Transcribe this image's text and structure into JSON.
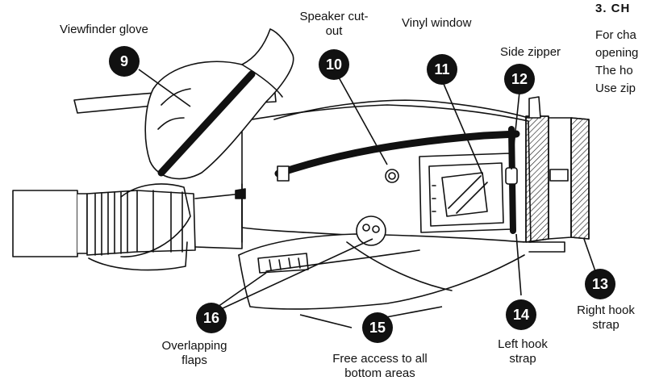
{
  "callouts": [
    {
      "number": "9",
      "label": "Viewfinder glove"
    },
    {
      "number": "10",
      "label": "Speaker cut-out"
    },
    {
      "number": "11",
      "label": "Vinyl window"
    },
    {
      "number": "12",
      "label": "Side zipper"
    },
    {
      "number": "13",
      "label": "Right hook strap"
    },
    {
      "number": "14",
      "label": "Left hook strap"
    },
    {
      "number": "15",
      "label": "Free access to all bottom areas"
    },
    {
      "number": "16",
      "label": "Overlapping flaps"
    }
  ],
  "side_text": {
    "heading": "3. CH",
    "lines": [
      "For cha",
      "opening",
      "The ho",
      "Use zip"
    ]
  },
  "colors": {
    "ink": "#111111",
    "badge_fill": "#111111",
    "badge_text": "#ffffff",
    "background": "#ffffff"
  }
}
